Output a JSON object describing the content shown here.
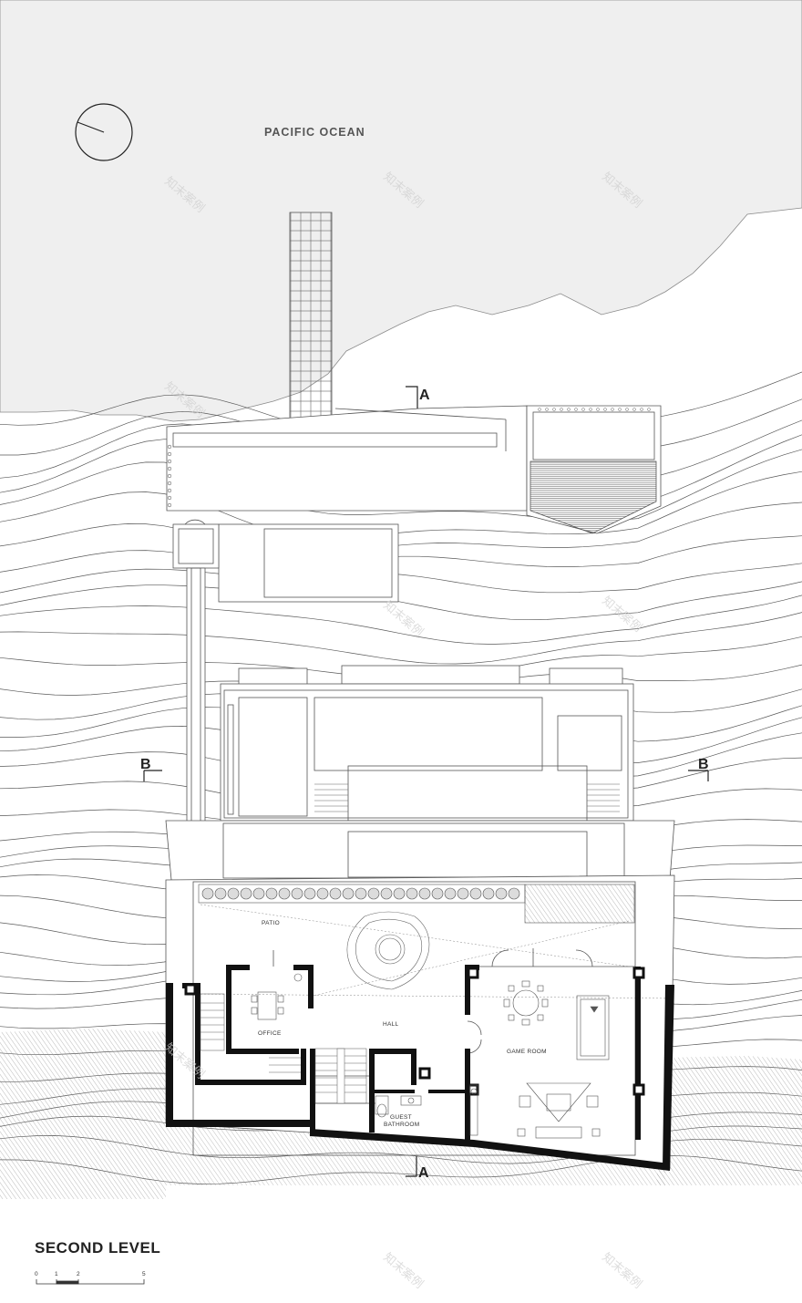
{
  "labels": {
    "ocean": "PACIFIC OCEAN",
    "title": "SECOND LEVEL",
    "section_a": "A",
    "section_b": "B",
    "rooms": {
      "patio": "PATIO",
      "office": "OFFICE",
      "hall": "HALL",
      "game_room": "GAME ROOM",
      "guest_bathroom_1": "GUEST",
      "guest_bathroom_2": "BATHROOM"
    }
  },
  "scale_bar": {
    "ticks": [
      "0",
      "1",
      "2",
      "5"
    ]
  },
  "watermark": "知末案例",
  "colors": {
    "ocean": "#efefef",
    "line": "#4a4a4a",
    "wall": "#111111",
    "hatch": "#9a9a9a"
  },
  "icons": {
    "north_arrow": "north-arrow-icon",
    "section_marker": "section-cut-marker-icon"
  }
}
